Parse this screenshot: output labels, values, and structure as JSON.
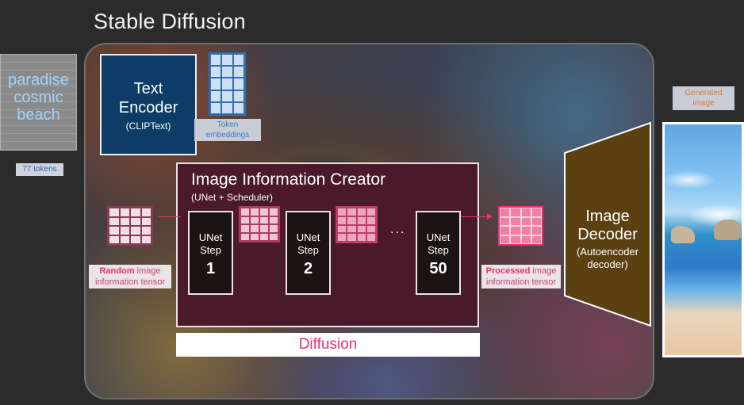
{
  "title": "Stable Diffusion",
  "prompt": {
    "lines": [
      "paradise",
      "cosmic",
      "beach"
    ],
    "tokens_label": "77 tokens"
  },
  "text_encoder": {
    "title_line1": "Text",
    "title_line2": "Encoder",
    "subtitle": "(CLIPText)"
  },
  "token_embeddings": {
    "label_line1": "Token",
    "label_line2": "embeddings"
  },
  "image_information_creator": {
    "title": "Image Information Creator",
    "subtitle": "(UNet + Scheduler)",
    "steps": [
      {
        "line1": "UNet",
        "line2": "Step",
        "number": "1"
      },
      {
        "line1": "UNet",
        "line2": "Step",
        "number": "2"
      },
      {
        "line1": "UNet",
        "line2": "Step",
        "number": "50"
      }
    ],
    "ellipsis": "..."
  },
  "random_tensor": {
    "bold": "Random",
    "rest1": " image",
    "line2": "information tensor"
  },
  "processed_tensor": {
    "bold": "Processed",
    "rest1": " image",
    "line2": "information tensor"
  },
  "diffusion_label": "Diffusion",
  "image_decoder": {
    "line1": "Image",
    "line2": "Decoder",
    "sub1": "(Autoencoder",
    "sub2": "decoder)"
  },
  "generated_image": {
    "label_line1": "Generated",
    "label_line2": "image"
  },
  "colors": {
    "accent_pink": "#e8336c",
    "encoder_blue": "#0d3d66",
    "creator_maroon": "#4a1a2a",
    "decoder_brown": "#5b4012",
    "label_orange": "#e07a2a"
  }
}
